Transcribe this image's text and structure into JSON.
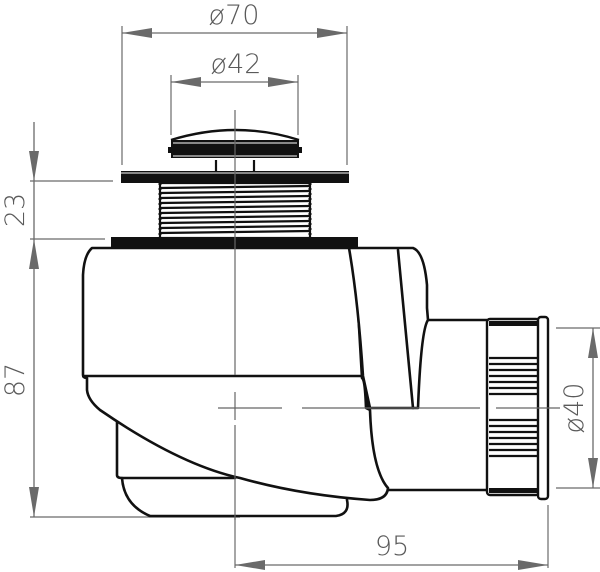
{
  "drawing": {
    "title": "Shower tray waste trap technical drawing",
    "colors": {
      "outline": "#111111",
      "dimension": "#6a6a6a",
      "background": "#ffffff"
    },
    "dimensions": {
      "top_outer_diameter": "ø70",
      "top_inner_diameter": "ø42",
      "flange_height": "23",
      "body_height": "87",
      "outlet_diameter": "ø40",
      "outlet_length": "95"
    },
    "components": [
      "cap",
      "flange",
      "threaded-body",
      "lower-flange",
      "trap-body",
      "outlet-pipe",
      "outlet-nut"
    ]
  }
}
